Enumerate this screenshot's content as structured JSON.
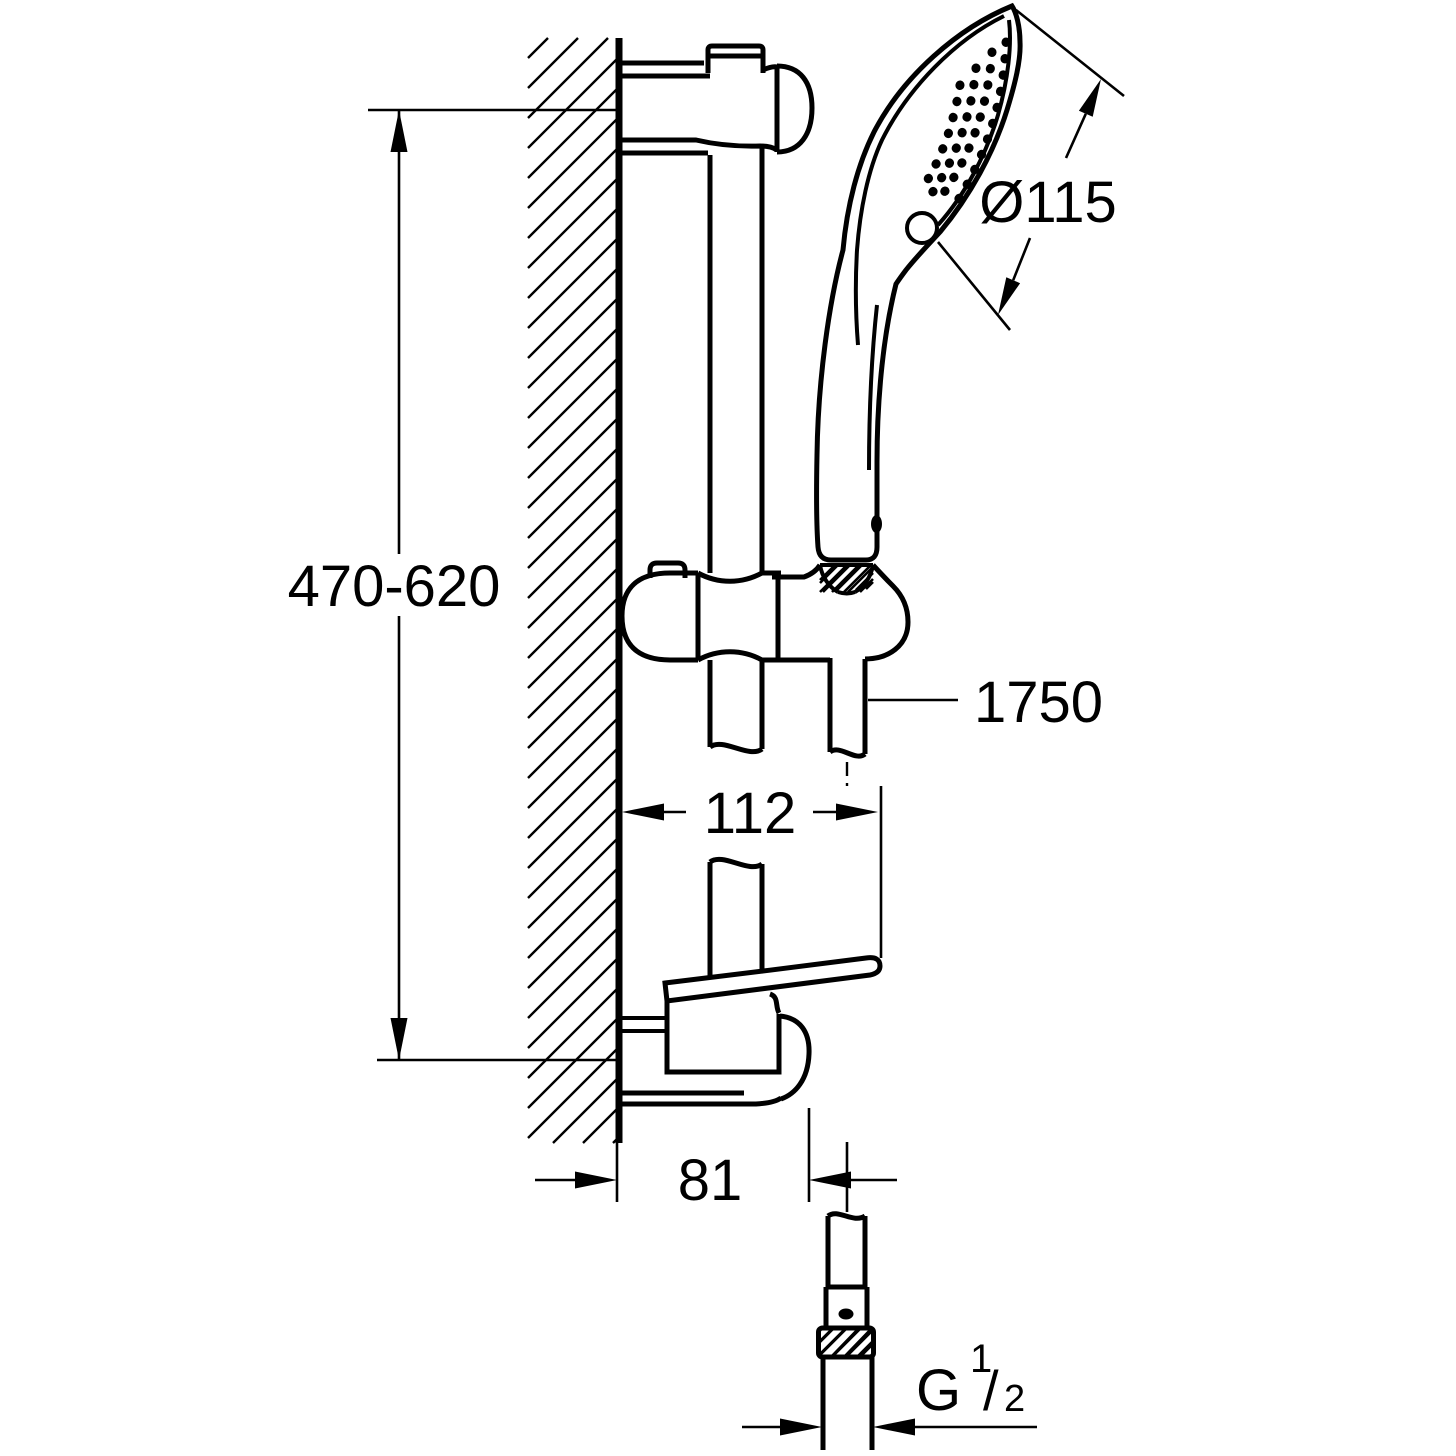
{
  "dimensions": {
    "rail_height": "470-620",
    "head_diameter": "Ø115",
    "hose_length": "1750",
    "wall_offset_upper": "112",
    "wall_offset_lower": "81",
    "thread_g": "G",
    "thread_num": "1",
    "thread_slash": "/",
    "thread_den": "2"
  },
  "colors": {
    "line": "#000000",
    "background": "#ffffff"
  }
}
